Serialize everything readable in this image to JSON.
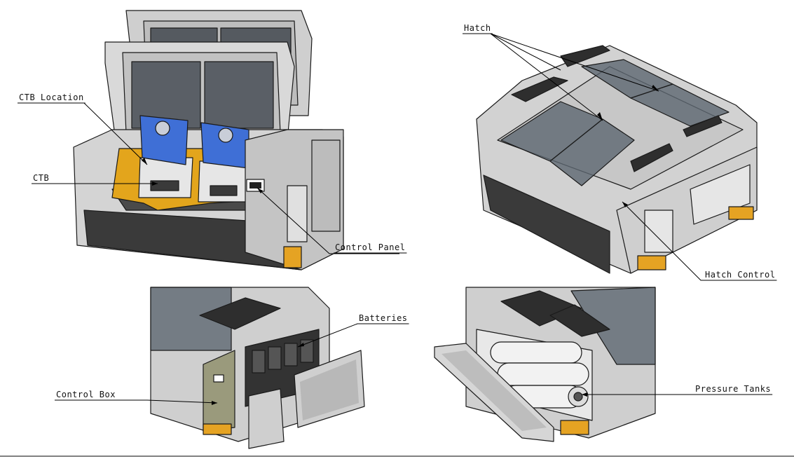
{
  "labels": {
    "ctb_location": "CTB Location",
    "ctb": "CTB",
    "control_panel": "Control Panel",
    "hatch": "Hatch",
    "hatch_control": "Hatch Control",
    "batteries": "Batteries",
    "control_box": "Control Box",
    "pressure_tanks": "Pressure Tanks"
  },
  "colors": {
    "body_light": "#d6d6d6",
    "body_mid": "#b5b5b5",
    "body_dark": "#3c3c3c",
    "lid_blue": "#3f6fd6",
    "tray_yellow": "#e3a51c",
    "foot_yellow": "#e5a323",
    "glass": "#5d6670"
  },
  "views": [
    "open-lid-view",
    "closed-hatch-view",
    "battery-side-view",
    "pressure-tank-side-view"
  ]
}
